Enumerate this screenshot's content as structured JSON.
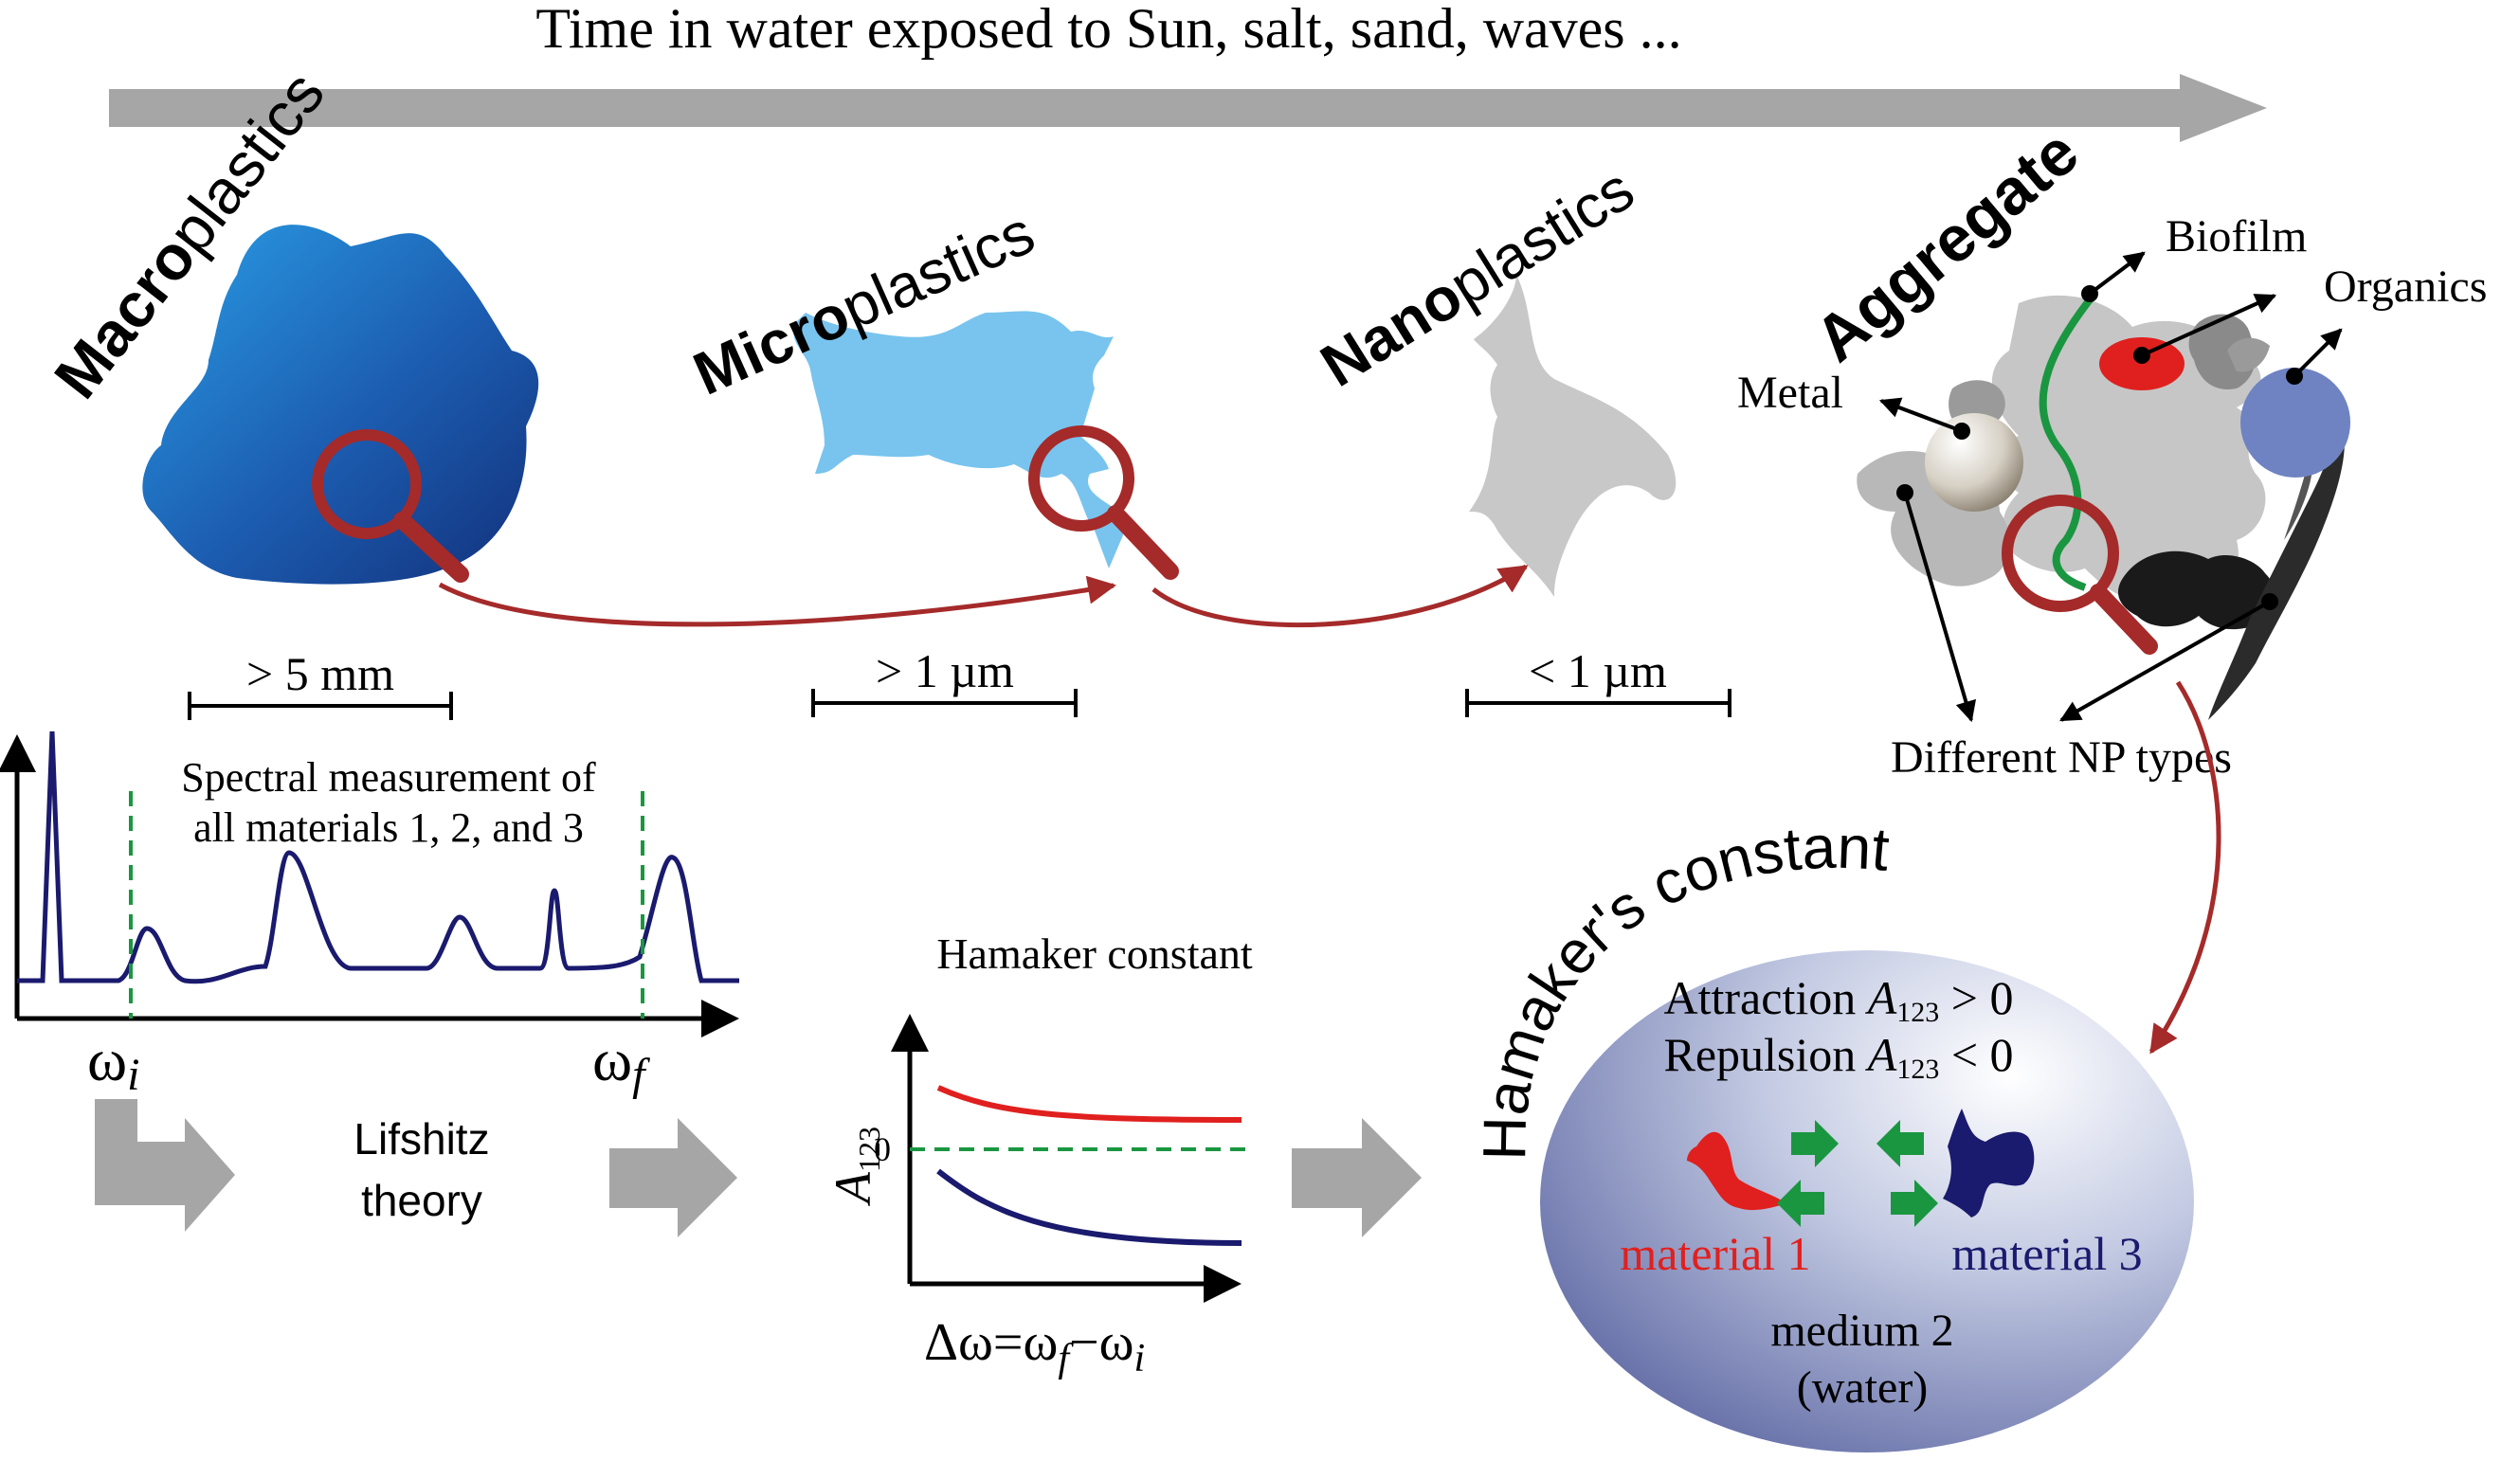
{
  "timeline": {
    "label": "Time in water exposed to Sun, salt, sand, waves ..."
  },
  "stages": {
    "macro": {
      "bold": "Macro",
      "rest": "plastics",
      "scale": "> 5 mm"
    },
    "micro": {
      "bold": "Micro",
      "rest": "plastics",
      "scale": "> 1 µm"
    },
    "nano": {
      "bold": "Nano",
      "rest": "plastics",
      "scale": "< 1 µm"
    },
    "aggregate": {
      "title": "Aggregate"
    }
  },
  "aggregate_labels": {
    "biofilm": "Biofilm",
    "organics": "Organics",
    "metal": "Metal",
    "np_types": "Different NP types"
  },
  "spectrum": {
    "caption_line1": "Spectral measurement of",
    "caption_line2": "all materials 1, 2, and 3",
    "omega": "ω",
    "sub_i": "i",
    "sub_f": "f"
  },
  "process": {
    "lifshitz_line1": "Lifshitz",
    "lifshitz_line2": "theory"
  },
  "hamaker_plot": {
    "title": "Hamaker constant",
    "y_axis_A": "A",
    "y_axis_sub": "123",
    "zero_tick": "0",
    "x_axis_delta": "Δω=ω",
    "x_sub_f": "f",
    "x_minus": "−ω",
    "x_sub_i": "i"
  },
  "sphere": {
    "title": "Hamaker's constant",
    "attraction_word": "Attraction ",
    "attraction_cond": " > 0",
    "repulsion_word": "Repulsion ",
    "repulsion_cond": " < 0",
    "A": "A",
    "A_sub": "123",
    "material1": "material 1",
    "material3": "material 3",
    "medium_line1": "medium 2",
    "medium_line2": "(water)"
  },
  "colors": {
    "arrow_gray": "#a6a6a6",
    "dark_red": "#a52a2a",
    "navy": "#1a1a6e",
    "green_dash": "#1a9641",
    "red": "#e0201e",
    "macro_blue": "#1848a0",
    "micro_blue": "#78c4ee",
    "nano_gray": "#c8c8c8"
  }
}
